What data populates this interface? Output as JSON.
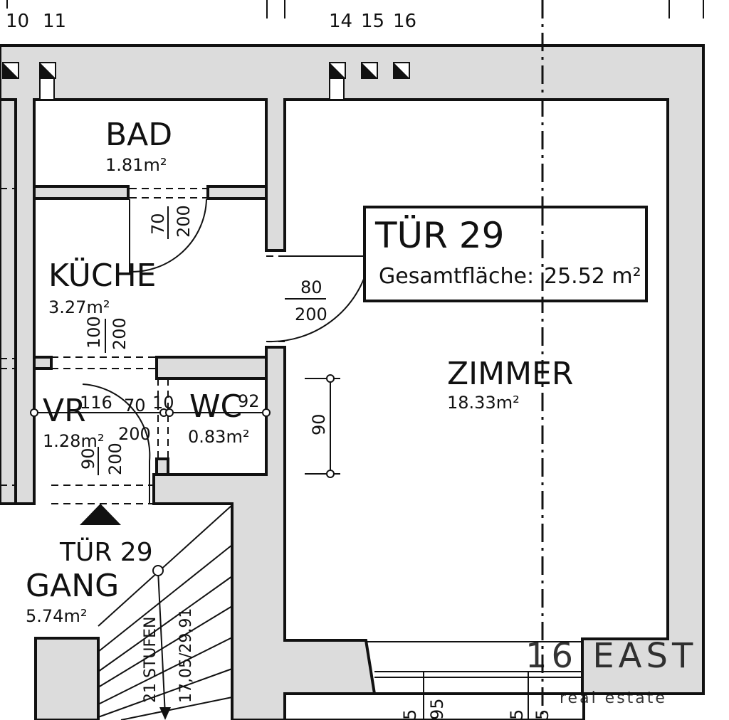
{
  "grid_labels": [
    "10",
    "11",
    "14",
    "15",
    "16"
  ],
  "unit": {
    "title": "TÜR 29",
    "total_label": "Gesamtfläche:",
    "total_value": "25.52 m²"
  },
  "rooms": {
    "bad": {
      "name": "BAD",
      "area": "1.81m²"
    },
    "kueche": {
      "name": "KÜCHE",
      "area": "3.27m²"
    },
    "vr": {
      "name": "VR",
      "area": "1.28m²"
    },
    "wc": {
      "name": "WC",
      "area": "0.83m²"
    },
    "zimmer": {
      "name": "ZIMMER",
      "area": "18.33m²"
    },
    "gang": {
      "name": "GANG",
      "area": "5.74m²"
    }
  },
  "entrance_label": "TÜR 29",
  "dimensions": {
    "bad_door_w": "70",
    "bad_door_h": "200",
    "main_door_w": "80",
    "main_door_h": "200",
    "kueche_open_w": "100",
    "kueche_open_h": "200",
    "vr_w": "116",
    "wc_door_w": "70",
    "wc_door_h": "200",
    "gap": "10",
    "wc_w": "92",
    "entry_w": "90",
    "entry_h": "200",
    "zimmer_window": "90",
    "bottom_a": "5",
    "bottom_b": "95",
    "bottom_c": "5",
    "bottom_d": "5"
  },
  "stairs": {
    "steps": "21 STUFEN",
    "ratio": "17,05/29,91"
  },
  "logo": {
    "brand": "16 EAST",
    "tagline": "real estate"
  }
}
